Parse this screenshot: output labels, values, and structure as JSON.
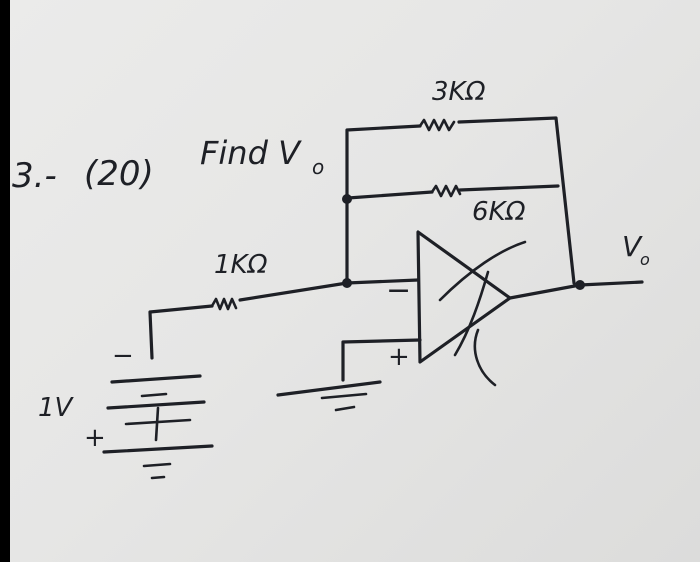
{
  "problem": {
    "number": "3.-",
    "points": "(20)",
    "instruction": "Find V",
    "instruction_subscript": "o"
  },
  "components": {
    "r_feedback_top": "3KΩ",
    "r_feedback_mid": "6KΩ",
    "r_input": "1KΩ",
    "source_voltage": "1V",
    "output_label": "V",
    "output_subscript": "o",
    "opamp_inverting": "−",
    "opamp_noninverting": "+",
    "battery_minus": "−",
    "battery_plus": "+"
  }
}
